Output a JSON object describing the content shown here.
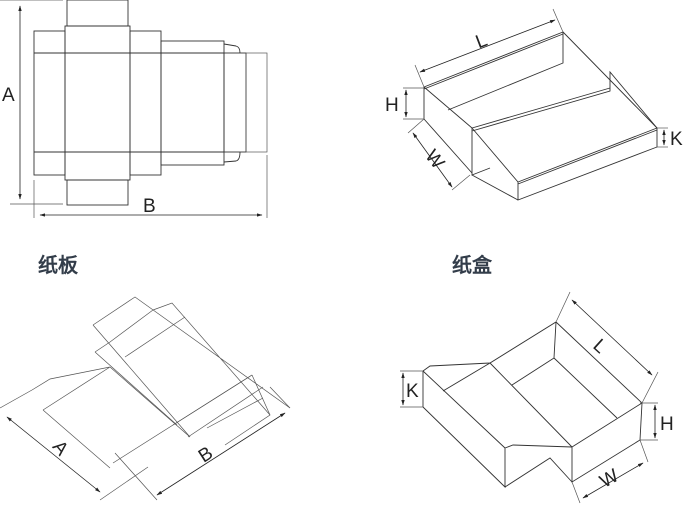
{
  "panels": [
    {
      "caption": "纸板",
      "dims": {
        "a": "A",
        "b": "B"
      }
    },
    {
      "caption": "纸盒",
      "dims": {
        "l": "L",
        "h": "H",
        "w": "W",
        "k": "K"
      }
    },
    {
      "dims": {
        "a": "A",
        "b": "B"
      }
    },
    {
      "dims": {
        "l": "L",
        "h": "H",
        "w": "W",
        "k": "K"
      }
    }
  ],
  "colors": {
    "line": "#333333",
    "caption": "#333d4a"
  }
}
